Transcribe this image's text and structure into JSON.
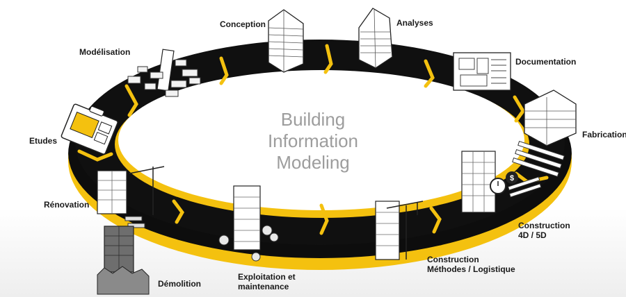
{
  "title": {
    "line1": "Building",
    "line2": "Information",
    "line3": "Modeling"
  },
  "stages": {
    "conception": "Conception",
    "analyses": "Analyses",
    "documentation": "Documentation",
    "fabrication": "Fabrication",
    "construction_4d5d": {
      "line1": "Construction",
      "line2": "4D / 5D"
    },
    "construction_methodes": {
      "line1": "Construction",
      "line2": "Méthodes / Logistique"
    },
    "exploitation": {
      "line1": "Exploitation et",
      "line2": "maintenance"
    },
    "demolition": "Démolition",
    "renovation": "Rénovation",
    "etudes": "Etudes",
    "modelisation": "Modélisation"
  },
  "colors": {
    "ring": "#0d0d0d",
    "accent": "#f4c10f",
    "title": "#9d9d9d",
    "text": "#1a1a1a"
  }
}
